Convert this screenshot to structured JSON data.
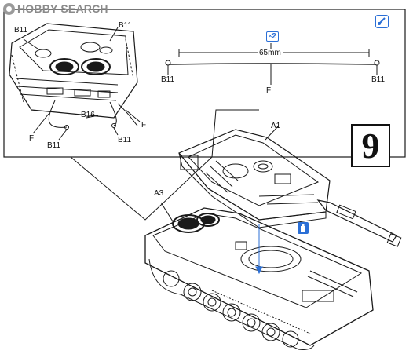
{
  "watermark": {
    "text": "HOBBY SEARCH"
  },
  "step_number": "9",
  "callouts": {
    "detail_b11_tl": "B11",
    "detail_b11_tr": "B11",
    "detail_b16": "B16",
    "detail_f_left": "F",
    "detail_f_right": "F",
    "detail_b11_bl": "B11",
    "detail_b11_br": "B11",
    "wire_quantity": "2",
    "wire_length": "65mm",
    "wire_b11_left": "B11",
    "wire_b11_right": "B11",
    "wire_f": "F",
    "turret_a1": "A1",
    "hull_a3": "A3"
  },
  "colors": {
    "line": "#1a1a1a",
    "accent": "#2b6fd6",
    "watermark": "#8a8a8a"
  },
  "icons": [
    "cement-icon",
    "cutter-icon",
    "quantity-icon"
  ]
}
